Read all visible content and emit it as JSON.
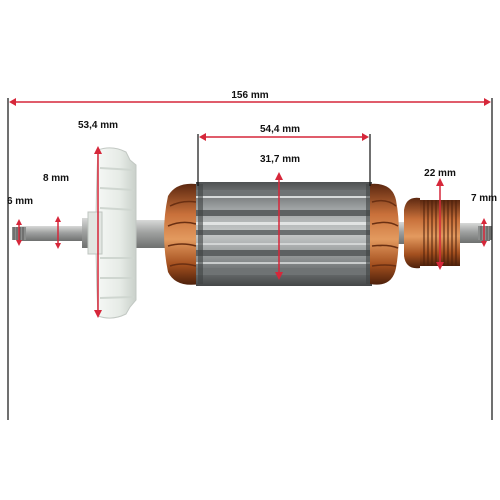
{
  "product": "armature-rotor",
  "colors": {
    "dimension_line": "#d6273a",
    "extension_line": "#111111",
    "copper": "#b2562a",
    "steel": "#7c7f80",
    "fan": "#eef2ee",
    "shaft": "#a7a9a8"
  },
  "dimensions": {
    "overall_length": "156 mm",
    "fan_diameter": "53,4 mm",
    "core_length": "54,4 mm",
    "core_diameter": "31,7 mm",
    "commutator_diameter": "22 mm",
    "bearing_seat_left": "8 mm",
    "shaft_end_left": "6 mm",
    "shaft_end_right": "7 mm"
  }
}
